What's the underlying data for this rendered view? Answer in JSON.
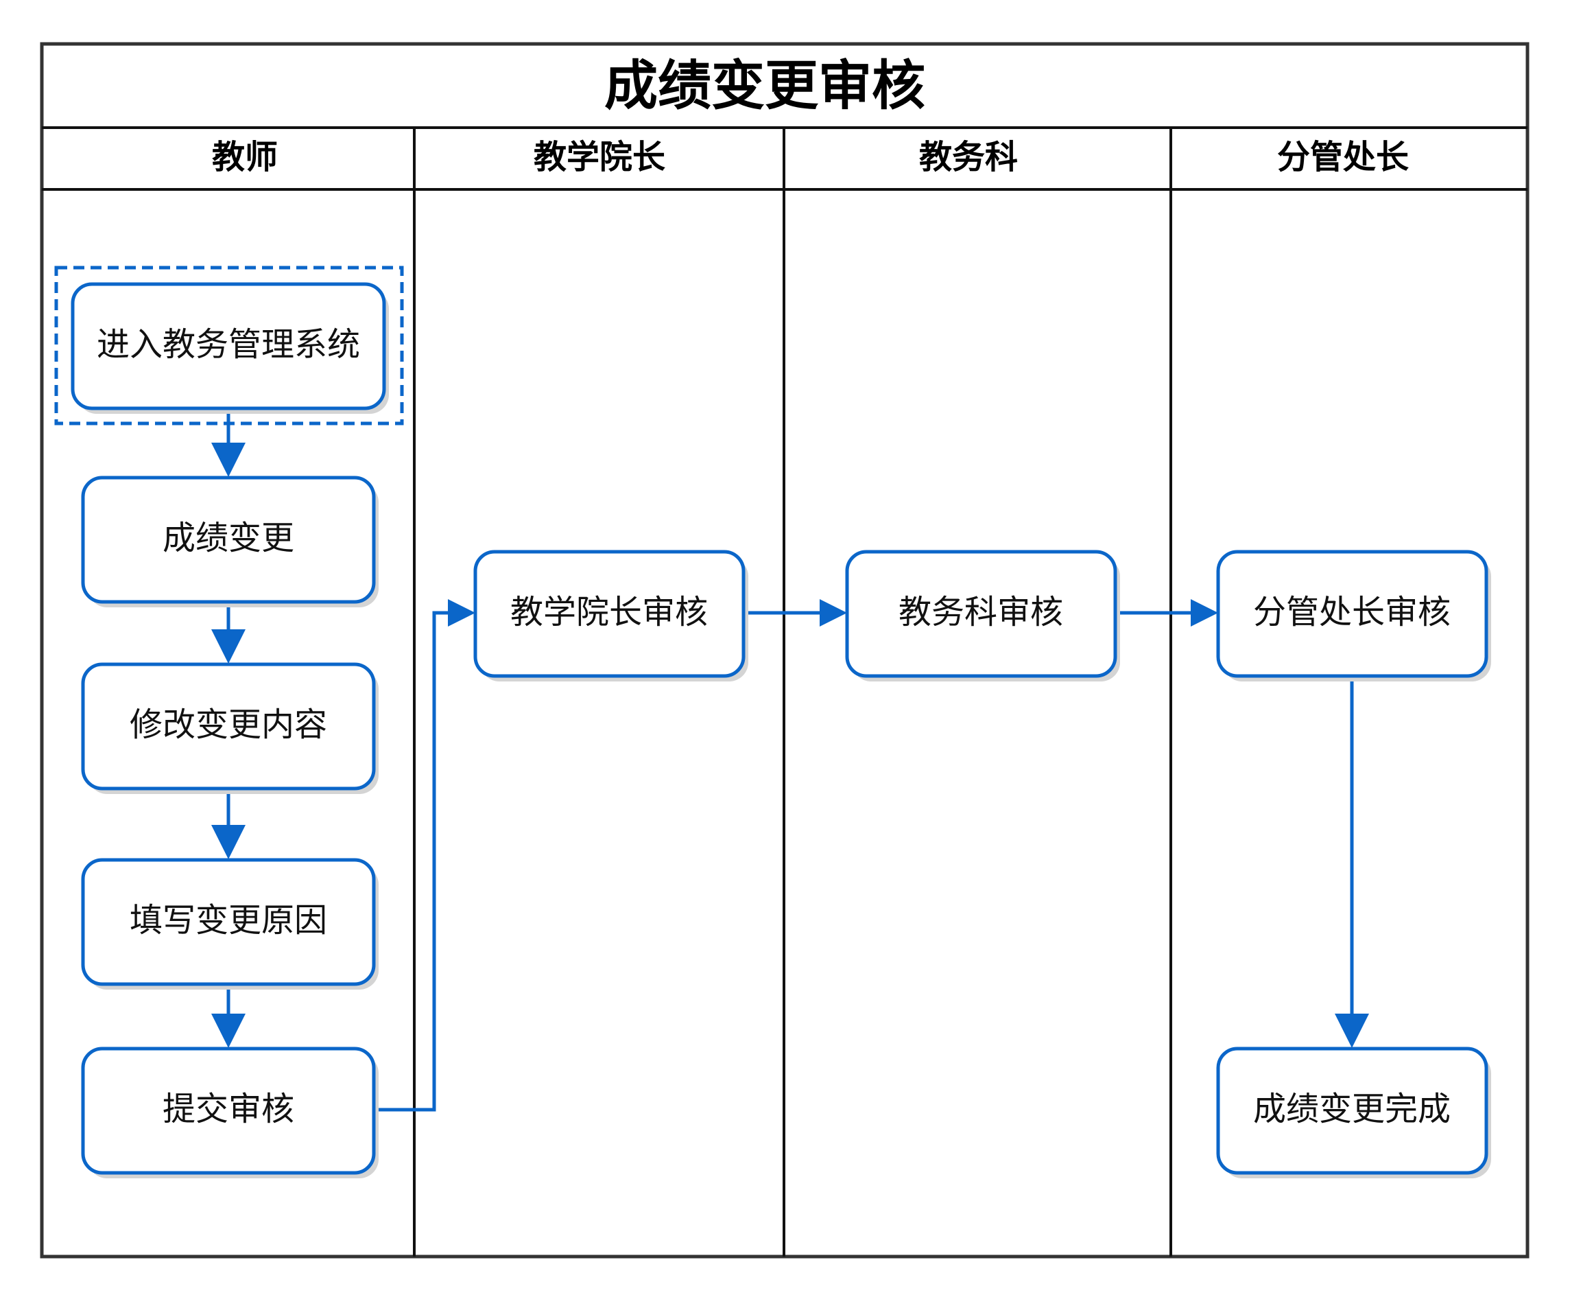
{
  "title": "成绩变更审核",
  "lanes": [
    "教师",
    "教学院长",
    "教务科",
    "分管处长"
  ],
  "nodes": {
    "enter": "进入教务管理系统",
    "change": "成绩变更",
    "modify": "修改变更内容",
    "reason": "填写变更原因",
    "submit": "提交审核",
    "dean": "教学院长审核",
    "office": "教务科审核",
    "director": "分管处长审核",
    "done": "成绩变更完成"
  },
  "colors": {
    "accent": "#0b66c9",
    "frame": "#333333"
  }
}
